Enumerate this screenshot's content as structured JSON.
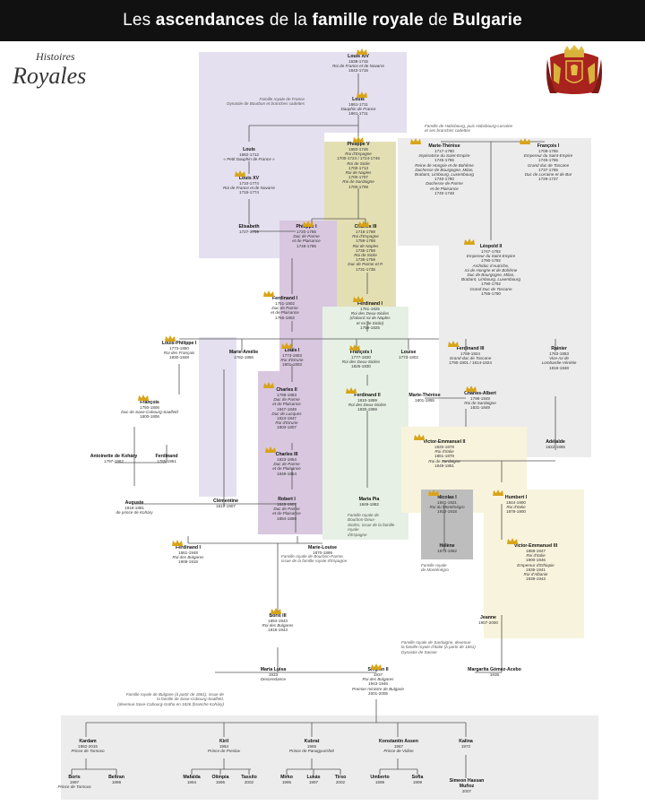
{
  "banner": {
    "title_pre": "Les ",
    "title_b1": "ascendances",
    "title_mid": " de la ",
    "title_b2": "famille royale",
    "title_mid2": " de ",
    "title_b3": "Bulgarie"
  },
  "logo": {
    "line1": "Histoires",
    "line2": "Royales"
  },
  "colors": {
    "lavender": "#e4e0ef",
    "grey": "#ececec",
    "gold": "#d9d49a",
    "purple": "#d8c7df",
    "green": "#e6f0e4",
    "cream": "#f8f3dc",
    "darkgrey": "#bdbdbd",
    "line": "#555555"
  },
  "labels": {
    "bourbon": "Famille royale de France\nDynastie de Bourbon et branches cadettes",
    "habsbourg": "Famille de Habsbourg, puis Habsbourg-Lorraine\net ses branches cadettes",
    "parme": "Famille royale de Bourbon-Parme,\nissue de la famille royale d'Espagne",
    "deuxsiciles": "Famille royale de\nBourbon-Deux-\nSiciles, issue de la famille royale\nd'Espagne",
    "montenegro": "Famille royale\nde Monténégro",
    "savoie": "Famille royale de Sardaigne, devenue\nla famille royale d'Italie (à partir de 1861)\nDynastie de Savoie",
    "bulgarie": "Famille royale de Bulgarie (à partir de 1861), issue de\nla famille de Saxe-Cobourg-Saalfeld,\n(devenue Saxe-Cobourg-Gotha en 1826 (branche Koháry)"
  },
  "people": [
    {
      "id": "louis14",
      "name": "Louis XIV",
      "lines": [
        "1638-1715",
        "Roi de France et de Navarre",
        "1643-1715"
      ]
    },
    {
      "id": "louisdauphin",
      "name": "Louis",
      "lines": [
        "1661-1711",
        "Dauphin de France",
        "1661-1711"
      ]
    },
    {
      "id": "petitdauphin",
      "name": "Louis",
      "lines": [
        "1682-1712",
        "« Petit Dauphin de France »"
      ]
    },
    {
      "id": "louis15",
      "name": "Louis XV",
      "lines": [
        "1710-1774",
        "Roi de France et de Navarre",
        "1715-1774"
      ]
    },
    {
      "id": "elisabeth",
      "name": "Elisabeth",
      "lines": [
        "1727-1759"
      ]
    },
    {
      "id": "philippe5",
      "name": "Philippe V",
      "lines": [
        "1683-1746",
        "Roi d'Espagne",
        "1700-1724 / 1724-1746",
        "Roi de Sicile",
        "1700-1713",
        "Roi de Naples",
        "1700-1707",
        "Roi de Sardaigne",
        "1700-1708"
      ]
    },
    {
      "id": "philippe1",
      "name": "Philippe I",
      "lines": [
        "1720-1765",
        "Duc de Parme",
        "et de Plaisance",
        "1748-1765"
      ]
    },
    {
      "id": "charles3",
      "name": "Charles III",
      "lines": [
        "1716-1788",
        "Roi d'Espagne",
        "1759-1788",
        "Roi de Naples",
        "1735-1759",
        "Roi de Sicile",
        "1735-1759",
        "Duc de Parme et P.",
        "1731-1735"
      ]
    },
    {
      "id": "mariatheresa",
      "name": "Marie-Thérèse",
      "lines": [
        "1717-1780",
        "Impératrice du Saint-Empire",
        "1745-1765",
        "Reine de Hongrie et de Bohême",
        "Duchesse de Bourgogne, Milan,",
        "Brabant, Limbourg, Luxembourg",
        "1740-1780",
        "Duchesse de Parme",
        "et de Plaisance",
        "1740-1748"
      ]
    },
    {
      "id": "francois1",
      "name": "François I",
      "lines": [
        "1708-1765",
        "Empereur du Saint-Empire",
        "1745-1765",
        "Grand duc de Toscane",
        "1737-1765",
        "Duc de Lorraine et de Bar",
        "1729-1737"
      ]
    },
    {
      "id": "leopold2",
      "name": "Léopold II",
      "lines": [
        "1747-1792",
        "Empereur du Saint-Empire",
        "1790-1792",
        "Archiduc d'Autriche,",
        "roi de Hongrie et de Bohême",
        "Duc de Bourgogne, Milan,",
        "Brabant, Limbourg, Luxembourg",
        "1790-1792",
        "Grand Duc de Toscane",
        "1765-1790"
      ]
    },
    {
      "id": "ferdinand1p",
      "name": "Ferdinand I",
      "lines": [
        "1751-1802",
        "Duc de Parme",
        "et de Plaisance",
        "1765-1802"
      ]
    },
    {
      "id": "ferdinand1s",
      "name": "Ferdinand I",
      "lines": [
        "1751-1825",
        "Roi des Deux-Siciles",
        "(d'abord roi de Naples",
        "et roi de Sicile)",
        "1759-1825"
      ]
    },
    {
      "id": "louisphilippe",
      "name": "Louis-Philippe I",
      "lines": [
        "1773-1850",
        "Roi des Français",
        "1830-1848"
      ]
    },
    {
      "id": "marieamelie",
      "name": "Marie-Amélie",
      "lines": [
        "1782-1866"
      ]
    },
    {
      "id": "louis1",
      "name": "Louis I",
      "lines": [
        "1773-1803",
        "Roi d'Etrurie",
        "1801-1803"
      ]
    },
    {
      "id": "francois1s",
      "name": "François I",
      "lines": [
        "1777-1830",
        "Roi des Deux-Siciles",
        "1825-1830"
      ]
    },
    {
      "id": "louise",
      "name": "Louise",
      "lines": [
        "1773-1802"
      ]
    },
    {
      "id": "ferdinand3",
      "name": "Ferdinand III",
      "lines": [
        "1769-1824",
        "Grand-duc de Toscane",
        "1790-1801 / 1814-1824"
      ]
    },
    {
      "id": "rainier",
      "name": "Rainier",
      "lines": [
        "1783-1853",
        "Vice-roi de",
        "Lombardie-Vénétie",
        "1818-1848"
      ]
    },
    {
      "id": "francois",
      "name": "François",
      "lines": [
        "1750-1806",
        "Duc de Saxe-Cobourg-Saalfeld",
        "1800-1806"
      ]
    },
    {
      "id": "charles2",
      "name": "Charles II",
      "lines": [
        "1799-1883",
        "Duc de Parme",
        "et de Plaisance",
        "1847-1849",
        "Duc de Lucques",
        "1824-1847",
        "Roi d'Etrurie",
        "1803-1807"
      ]
    },
    {
      "id": "ferdinand2",
      "name": "Ferdinand II",
      "lines": [
        "1810-1859",
        "Roi des Deux-Siciles",
        "1830-1859"
      ]
    },
    {
      "id": "marietherese",
      "name": "Marie-Thérèse",
      "lines": [
        "1801-1855"
      ]
    },
    {
      "id": "charlesalbert",
      "name": "Charles-Albert",
      "lines": [
        "1798-1849",
        "Roi de Sardaigne",
        "1831-1849"
      ]
    },
    {
      "id": "antoinette",
      "name": "Antoinette de Koháry",
      "lines": [
        "1797-1862"
      ]
    },
    {
      "id": "ferdinand",
      "name": "Ferdinand",
      "lines": [
        "1785-1851"
      ]
    },
    {
      "id": "charles3p",
      "name": "Charles III",
      "lines": [
        "1823-1854",
        "Duc de Parme",
        "et de Plaisance",
        "1849-1854"
      ]
    },
    {
      "id": "ve2",
      "name": "Victor-Emmanuel II",
      "lines": [
        "1820-1878",
        "Roi d'Italie",
        "1861-1878",
        "Roi de Sardaigne",
        "1849-1861"
      ]
    },
    {
      "id": "adelaide",
      "name": "Adélaïde",
      "lines": [
        "1822-1855"
      ]
    },
    {
      "id": "auguste",
      "name": "Auguste",
      "lines": [
        "1818-1881",
        "de prince de Koháry"
      ]
    },
    {
      "id": "clementine",
      "name": "Clémentine",
      "lines": [
        "1817-1907"
      ]
    },
    {
      "id": "robert1",
      "name": "Robert I",
      "lines": [
        "1848-1907",
        "Duc de Parme",
        "et de Plaisance",
        "1854-1859"
      ]
    },
    {
      "id": "mariapia",
      "name": "Maria Pia",
      "lines": [
        "1849-1882"
      ]
    },
    {
      "id": "nicolas1",
      "name": "Nicolas I",
      "lines": [
        "1841-1921",
        "Roi du Monténégro",
        "1910-1918"
      ]
    },
    {
      "id": "humbert1",
      "name": "Humbert I",
      "lines": [
        "1844-1900",
        "Roi d'Italie",
        "1878-1900"
      ]
    },
    {
      "id": "ferdinand1b",
      "name": "Ferdinand I",
      "lines": [
        "1861-1948",
        "Roi des Bulgares",
        "1908-1918"
      ]
    },
    {
      "id": "marielouise",
      "name": "Marie-Louise",
      "lines": [
        "1870-1899"
      ]
    },
    {
      "id": "helene",
      "name": "Hélène",
      "lines": [
        "1873-1952"
      ]
    },
    {
      "id": "ve3",
      "name": "Victor-Emmanuel III",
      "lines": [
        "1869-1947",
        "Roi d'Italie",
        "1900-1946",
        "Empereur d'Ethiopie",
        "1936-1941",
        "Roi d'Albanie",
        "1939-1943"
      ]
    },
    {
      "id": "boris3",
      "name": "Boris III",
      "lines": [
        "1894-1943",
        "Roi des Bulgares",
        "1918-1943"
      ]
    },
    {
      "id": "jeanne",
      "name": "Jeanne",
      "lines": [
        "1907-2000"
      ]
    },
    {
      "id": "marialuisa",
      "name": "Maria Luisa",
      "lines": [
        "1933",
        "Descendance"
      ]
    },
    {
      "id": "simeon2",
      "name": "Siméon II",
      "lines": [
        "1937",
        "Roi des Bulgares",
        "1943-1946",
        "Premier ministre de Bulgarie",
        "2001-2005"
      ]
    },
    {
      "id": "margarita",
      "name": "Margarita Gómez-Acebo",
      "lines": [
        "1935"
      ]
    },
    {
      "id": "kardam",
      "name": "Kardam",
      "lines": [
        "1962-2015",
        "Prince de Tarnovo"
      ]
    },
    {
      "id": "kyril",
      "name": "Kiril",
      "lines": [
        "1964",
        "Prince de Preslav"
      ]
    },
    {
      "id": "kubrat",
      "name": "Kubrat",
      "lines": [
        "1965",
        "Prince de Panagyurishté"
      ]
    },
    {
      "id": "konstantin",
      "name": "Konstantin Assen",
      "lines": [
        "1967",
        "Prince de Vidine"
      ]
    },
    {
      "id": "kalina",
      "name": "Kalina",
      "lines": [
        "1972"
      ]
    },
    {
      "id": "boris",
      "name": "Boris",
      "lines": [
        "1997",
        "Prince de Tarnovo"
      ]
    },
    {
      "id": "beltran",
      "name": "Beltran",
      "lines": [
        "1999"
      ]
    },
    {
      "id": "mafalda",
      "name": "Mafalda",
      "lines": [
        "1994"
      ]
    },
    {
      "id": "olimpia",
      "name": "Olimpia",
      "lines": [
        "1995"
      ]
    },
    {
      "id": "tassilo",
      "name": "Tassilo",
      "lines": [
        "2002"
      ]
    },
    {
      "id": "mirko",
      "name": "Mirko",
      "lines": [
        "1995"
      ]
    },
    {
      "id": "lukas",
      "name": "Lukás",
      "lines": [
        "1997"
      ]
    },
    {
      "id": "tirso",
      "name": "Tirso",
      "lines": [
        "2002"
      ]
    },
    {
      "id": "umberto",
      "name": "Umberto",
      "lines": [
        "1999"
      ]
    },
    {
      "id": "sofia",
      "name": "Sofia",
      "lines": [
        "1999"
      ]
    },
    {
      "id": "simeonhassan",
      "name": "Simeon Hassan Muñoz",
      "lines": [
        "2007"
      ]
    }
  ]
}
